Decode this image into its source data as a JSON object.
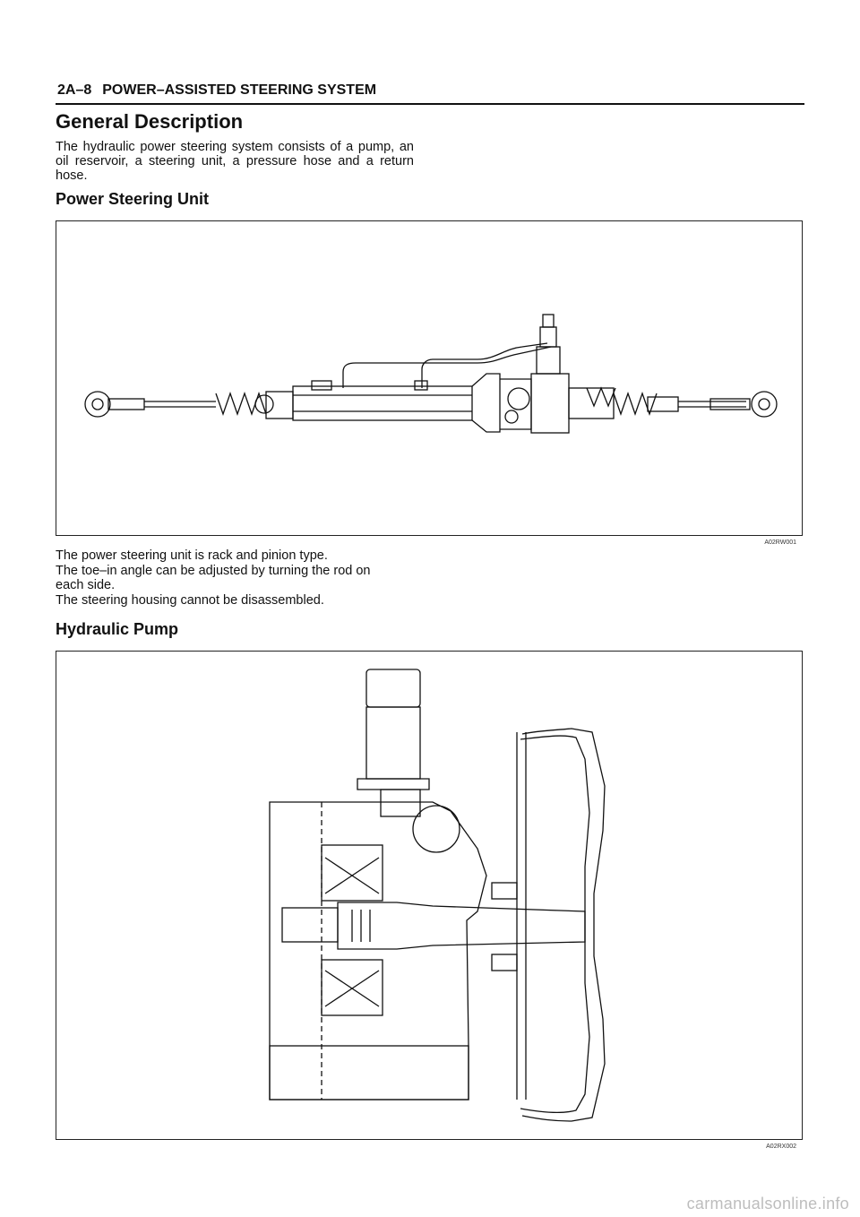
{
  "header": {
    "page_number": "2A–8",
    "section_title": "POWER–ASSISTED STEERING SYSTEM"
  },
  "title": "General Description",
  "intro": "The hydraulic power steering system consists of a pump, an oil reservoir, a steering unit, a pressure hose and a return hose.",
  "section1": {
    "heading": "Power Steering Unit",
    "figure_code": "A02RW001"
  },
  "paragraph_lines": [
    "The power steering unit is rack and pinion type.",
    "The toe–in angle can be adjusted by turning the rod on",
    "each side.",
    "The steering housing cannot be disassembled."
  ],
  "section2": {
    "heading": "Hydraulic Pump",
    "figure_code": "A02RX002"
  },
  "watermark": "carmanualsonline.info"
}
